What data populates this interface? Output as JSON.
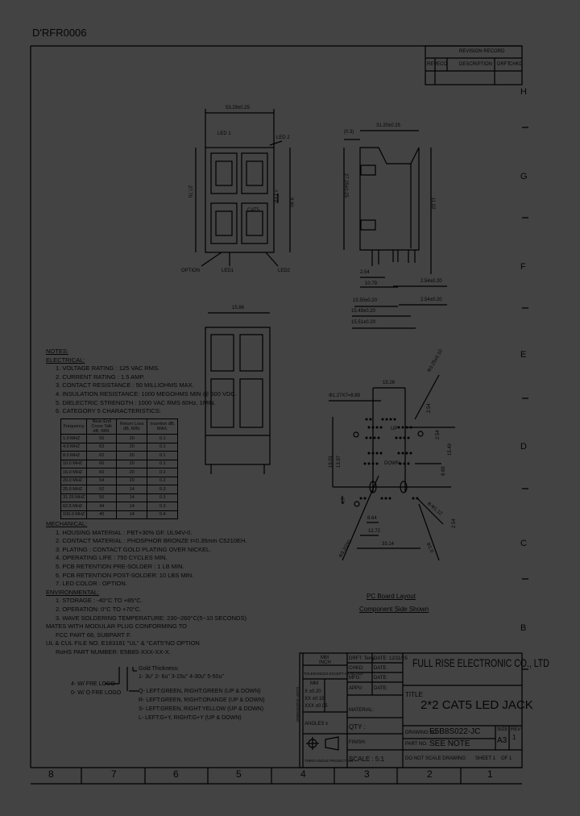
{
  "header": {
    "drawing_ref": "D'RFR0006"
  },
  "revision_record": {
    "title": "REVISION RECORD",
    "columns": [
      "REV",
      "ECO",
      "DESCRIPTION",
      "DRFT",
      "CHKD"
    ]
  },
  "border": {
    "row_letters": [
      "H",
      "G",
      "F",
      "E",
      "D",
      "C",
      "B"
    ],
    "column_numbers": [
      "8",
      "7",
      "6",
      "5",
      "4",
      "3",
      "2",
      "1"
    ]
  },
  "top_view": {
    "dims": [
      "53.29±0.25",
      "LED 1",
      "LED 2",
      "27.70",
      "2 TYP",
      "8.90",
      "CAT5",
      "OPTION",
      "LED1",
      "LED2"
    ]
  },
  "side_view": {
    "dims": [
      "31.20±0.25",
      "(0.3)",
      "27.25±0.25",
      "11.02",
      "2.54",
      "10.79",
      "2.54±0.20",
      "2.54±0.20",
      "15.50±0.20",
      "15.49±0.20",
      "15.51±0.20"
    ]
  },
  "front_view": {
    "dims": [
      "15.86"
    ]
  },
  "pcb_layout": {
    "dims": [
      "15.26",
      "Φ1.27X7=8.89",
      "Φ3.25±0.10",
      "2.54",
      "19.01",
      "13.97",
      "15.49",
      "2.54",
      "8.89",
      "4.7",
      "8.64",
      "12.72",
      "33.14",
      "8-Φ1.12",
      "2.54",
      "Φ3.2(2X)",
      "Φ1.0",
      "UP",
      "DOWN"
    ],
    "caption_1": "PC Board Layout",
    "caption_2": "Component Side Shown"
  },
  "notes": {
    "title": "NOTES:",
    "electrical_title": "ELECTRICAL:",
    "electrical": [
      "1. VOLTAGE RATING          : 125 VAC RMS.",
      "2. CURRENT RATING          : 1.5 AMP.",
      "3. CONTACT RESISTANCE    : 50 MILLIOHMS MAX.",
      "4. INSULATION RESISTANCE: 1000 MEGOHMS MIN @ 500 VDC.",
      "5. DIELECTRIC STRENGTH   : 1000 VAC RMS 60Hz, 1MIN.",
      "6. CATEGORY 5 CHARACTERISTICS:"
    ],
    "category_table": {
      "headers": [
        "Frequency",
        "Near-End Cross Talk dB, MIN.",
        "Return Loss dB, MIN.",
        "Insertion dB, MAX."
      ],
      "rows": [
        [
          "1.0   MHZ",
          "65",
          "20",
          "0.1"
        ],
        [
          "4.0   MHZ",
          "63",
          "20",
          "0.1"
        ],
        [
          "8.0   MHZ",
          "62",
          "20",
          "0.1"
        ],
        [
          "10.0  MHZ",
          "60",
          "20",
          "0.1"
        ],
        [
          "16.0  MHZ",
          "60",
          "20",
          "0.2"
        ],
        [
          "20.0  MHZ",
          "54",
          "20",
          "0.2"
        ],
        [
          "25.0  MHZ",
          "52",
          "14",
          "0.3"
        ],
        [
          "31.25 MHZ",
          "50",
          "14",
          "0.3"
        ],
        [
          "62.5  MHZ",
          "44",
          "14",
          "0.3"
        ],
        [
          "100.0 MHZ",
          "40",
          "14",
          "0.4"
        ]
      ]
    },
    "mechanical_title": "MECHANICAL:",
    "mechanical": [
      "1. HOUSING MATERIAL                     : PBT+30% GF. UL94V-0.",
      "2. CONTACT MATERIAL                     : PHOSPHOR BRONZE t=0.35mm C5210EH.",
      "3. PLATING                                    : CONTACT GOLD PLATING OVER NICKEL.",
      "4. OPERATING LIFE                         : 750 CYCLES MIN.",
      "5. PCB RETENTION PRE-SOLDER  : 1 LB MIN.",
      "6. PCB RETENTION POST-SOLDER: 10 LBS MIN.",
      "7. LED COLOR                               : OPTION."
    ],
    "environmental_title": "ENVIRONMENTAL:",
    "environmental": [
      "1. STORAGE : -40°C TO +85°C.",
      "2. OPERATION: 0°C TO +70°C.",
      "3. WAVE SOLDERING TEMPERATURE: 230~260°C(5~10 SECONDS)"
    ],
    "extra": [
      "MATES WITH MODULAR PLUG CONFORMING TO",
      "FCC PART 68, SUBPART F.",
      "UL & CUL FILE NO. E183181 \"UL\" & \"CAT5\"NO OPTION",
      "RoHS PART NUMBER: E5B8S-XXX-XX-X."
    ],
    "gold_thickness_title": "Gold Thickness:",
    "gold_thickness": "1- 3u\"  2- 6u\"  3-15u\"  4-30u\"  5-50u\"",
    "logo_options": [
      "4- W/ FRE LOGO",
      "0- W/ O FRE LOGO"
    ],
    "led_options": [
      "Q- LEFT:GREEN, RIGHT:GREEN (UP & DOWN)",
      "R- LEFT:GREEN, RIGHT:ORANGE (UP & DOWN)",
      "S- LEFT:GREEN, RIGHT:YELLOW (UP & DOWN)",
      "L- LEFT:G+Y,   RIGHT:G+Y (UP & DOWN)"
    ]
  },
  "title_block": {
    "units_label": "MM",
    "units_sub": "INCH",
    "tolerance_note": "TOLERANCES EXCEPT AS NOTED",
    "tolerances": [
      "MM",
      "X ±0.20",
      "XX ±0.15",
      "XXX ±0.05"
    ],
    "angles": "ANGLES ±",
    "projection": "THIRD ANGLE PROJECTION",
    "side_label": "DIMENSIONS UNITS",
    "drft": "DRFT: Terry",
    "date": "DATE: 12/11/05",
    "chkd": "CHKD:",
    "chkd_date": "DATE:",
    "mfg": "MFG:",
    "mfg_date": "DATE:",
    "appv": "APPV:",
    "appv_date": "DATE:",
    "material": "MATERIAL:",
    "qty": "QTY :",
    "finish": "FINISH:",
    "scale": "SCALE : 5:1",
    "company": "FULL RISE ELECTRONIC CO., LTD",
    "title_label": "TITLE",
    "title": "2*2 CAT5 LED JACK",
    "drawing_no_label": "DRAWING NO.",
    "drawing_no": "E5B8S022-JC",
    "part_no_label": "PART NO.",
    "part_no": "SEE NOTE",
    "size_label": "SIZE",
    "size": "A3",
    "rev_label": "REV",
    "rev": "1",
    "do_not_scale": "DO NOT SCALE DRAWING",
    "sheet": "SHEET 1",
    "of": "OF 1"
  },
  "colors": {
    "background": "#434343",
    "ink": "#000000"
  }
}
